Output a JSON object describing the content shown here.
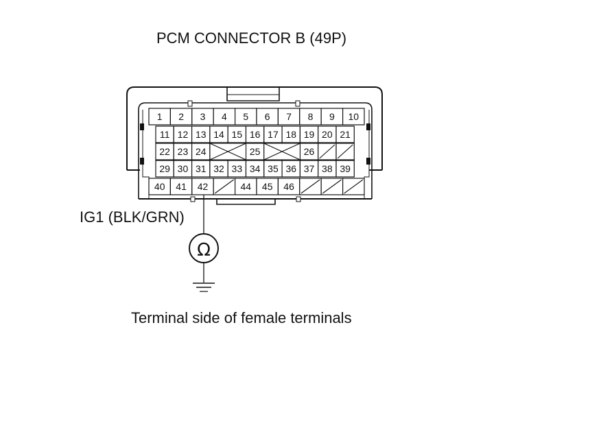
{
  "title": "PCM CONNECTOR B (49P)",
  "wire_label": "IG1 (BLK/GRN)",
  "meter_symbol": "Ω",
  "meter_icon": "ohmmeter-icon",
  "ground_icon": "ground-icon",
  "caption": "Terminal side of female terminals",
  "rows": [
    [
      "1",
      "2",
      "3",
      "4",
      "5",
      "6",
      "7",
      "8",
      "9",
      "10"
    ],
    [
      "11",
      "12",
      "13",
      "14",
      "15",
      "16",
      "17",
      "18",
      "19",
      "20",
      "21"
    ],
    [
      "22",
      "23",
      "24",
      "",
      "",
      "25",
      "",
      "",
      "26",
      "",
      ""
    ],
    [
      "29",
      "30",
      "31",
      "32",
      "33",
      "34",
      "35",
      "36",
      "37",
      "38",
      "39"
    ],
    [
      "40",
      "41",
      "42",
      "",
      "44",
      "45",
      "46",
      "",
      "",
      ""
    ]
  ],
  "probed_terminal": "42"
}
